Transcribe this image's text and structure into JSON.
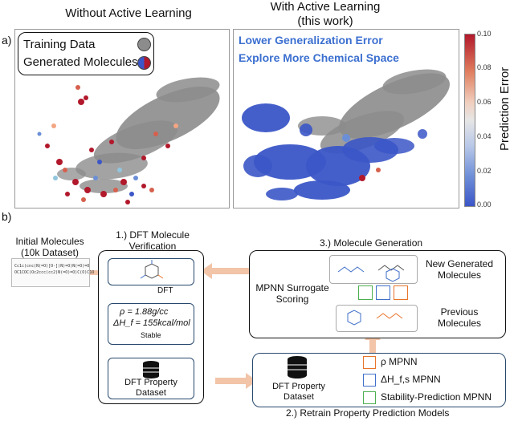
{
  "panel_a": {
    "letter": "a)",
    "left_title": "Without Active Learning",
    "right_title_line1": "With Active Learning",
    "right_title_line2": "(this work)",
    "legend_training": "Training Data",
    "legend_generated": "Generated Molecules",
    "highlight_line1": "Lower Generalization Error",
    "highlight_line2": "Explore More Chemical Space",
    "colorbar_title": "Prediction Error",
    "colorbar_ticks": [
      "0.10",
      "0.08",
      "0.06",
      "0.04",
      "0.02",
      "0.00"
    ],
    "colors": {
      "training": "#8c8c8c",
      "low_error": "#3b56c7",
      "high_error": "#b2182b"
    }
  },
  "panel_b": {
    "letter": "b)",
    "initial_line1": "Initial Molecules",
    "initial_line2": "(10k Dataset)",
    "smiles_line1": "Cc1c(cnc(N(=O)[O-])N)=O)N(=O)=O",
    "smiles_line2": "OC1COC(Oc2ccc(cc2)N(=O)=O)C(O)C1O",
    "step1_line1": "1.) DFT Molecule",
    "step1_line2": "Verification",
    "dft_label": "DFT",
    "rho_value": "ρ = 1.88g/cc",
    "hf_value": "ΔH_f = 155kcal/mol",
    "stable_label": "Stable",
    "dft_dataset_line1": "DFT Property",
    "dft_dataset_line2": "Dataset",
    "step3_label": "3.) Molecule Generation",
    "surrogate_line1": "MPNN Surrogate",
    "surrogate_line2": "Scoring",
    "new_generated_line1": "New Generated",
    "new_generated_line2": "Molecules",
    "previous_line1": "Previous",
    "previous_line2": "Molecules",
    "retrain_dataset_line1": "DFT Property",
    "retrain_dataset_line2": "Dataset",
    "rho_mpnn": "ρ MPNN",
    "hf_mpnn": "ΔH_f,s MPNN",
    "stability_mpnn": "Stability-Prediction MPNN",
    "step2_label": "2.) Retrain Property Prediction Models",
    "colors": {
      "arrow": "#f2c4a8",
      "box_border": "#27496d",
      "green": "#4caf50",
      "orange": "#e8742a",
      "blue": "#3f6fc9"
    }
  }
}
